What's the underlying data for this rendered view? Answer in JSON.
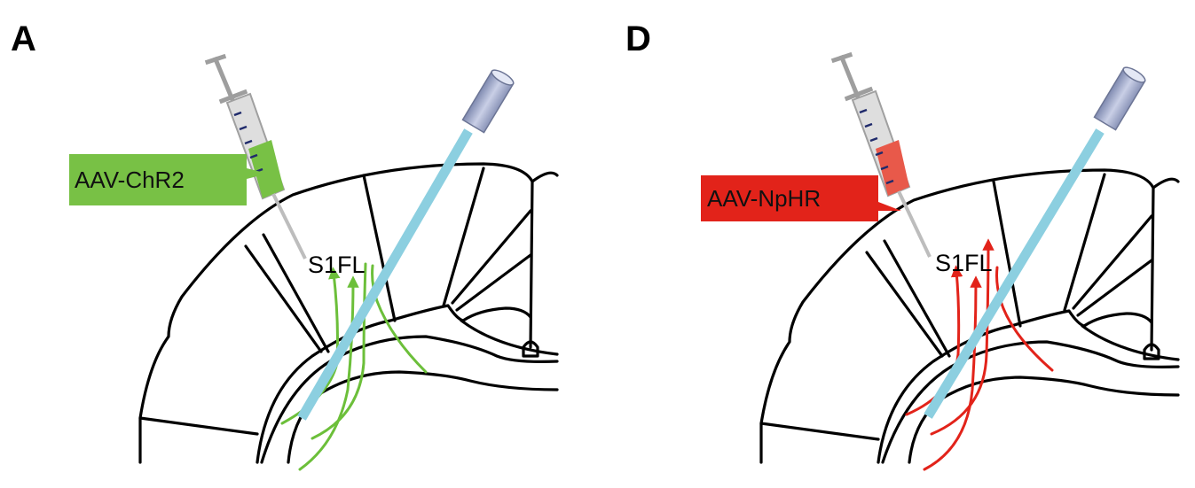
{
  "panels": [
    {
      "letter": "A",
      "tag": "AAV-ChR2",
      "region": "S1FL",
      "color": "#6cbf3a",
      "fill_color": "#78c145"
    },
    {
      "letter": "D",
      "tag": "AAV-NpHR",
      "region": "S1FL",
      "color": "#e2231a",
      "fill_color": "#e8594a"
    }
  ],
  "fiber_color": "#8ccfe0"
}
